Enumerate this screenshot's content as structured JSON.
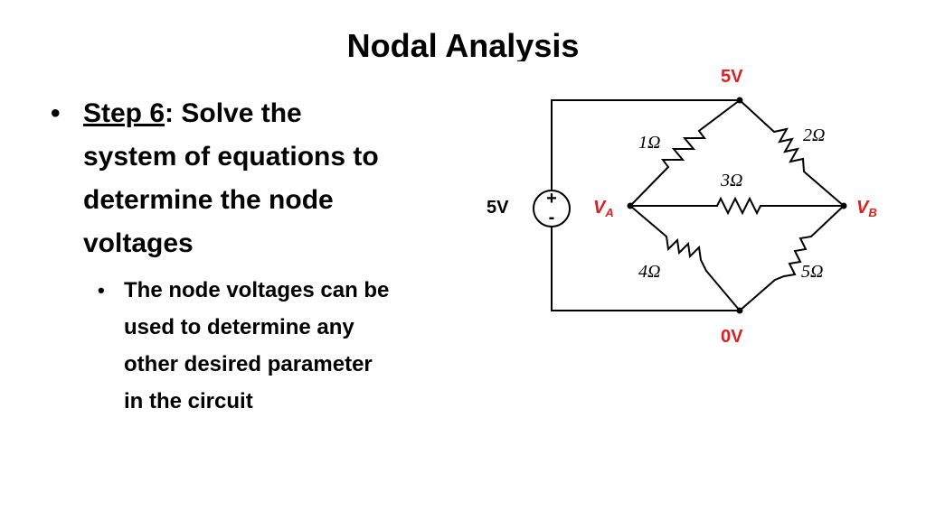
{
  "slide": {
    "title": "Nodal Analysis",
    "bullet1": {
      "lead": "Step 6",
      "rest": ": Solve the system of equations to determine the node voltages"
    },
    "bullet2": {
      "text": "The node voltages can be used to determine any other desired parameter in the circuit"
    }
  },
  "circuit": {
    "top_node": "5V",
    "bottom_node": "0V",
    "source_label": "5V",
    "source_plus": "+",
    "source_minus": "-",
    "va_main": "V",
    "va_sub": "A",
    "vb_main": "V",
    "vb_sub": "B",
    "r1": "1Ω",
    "r2": "2Ω",
    "r3": "3Ω",
    "r4": "4Ω",
    "r5": "5Ω"
  },
  "colors": {
    "node_label": "#dd2020",
    "text": "#000000"
  }
}
